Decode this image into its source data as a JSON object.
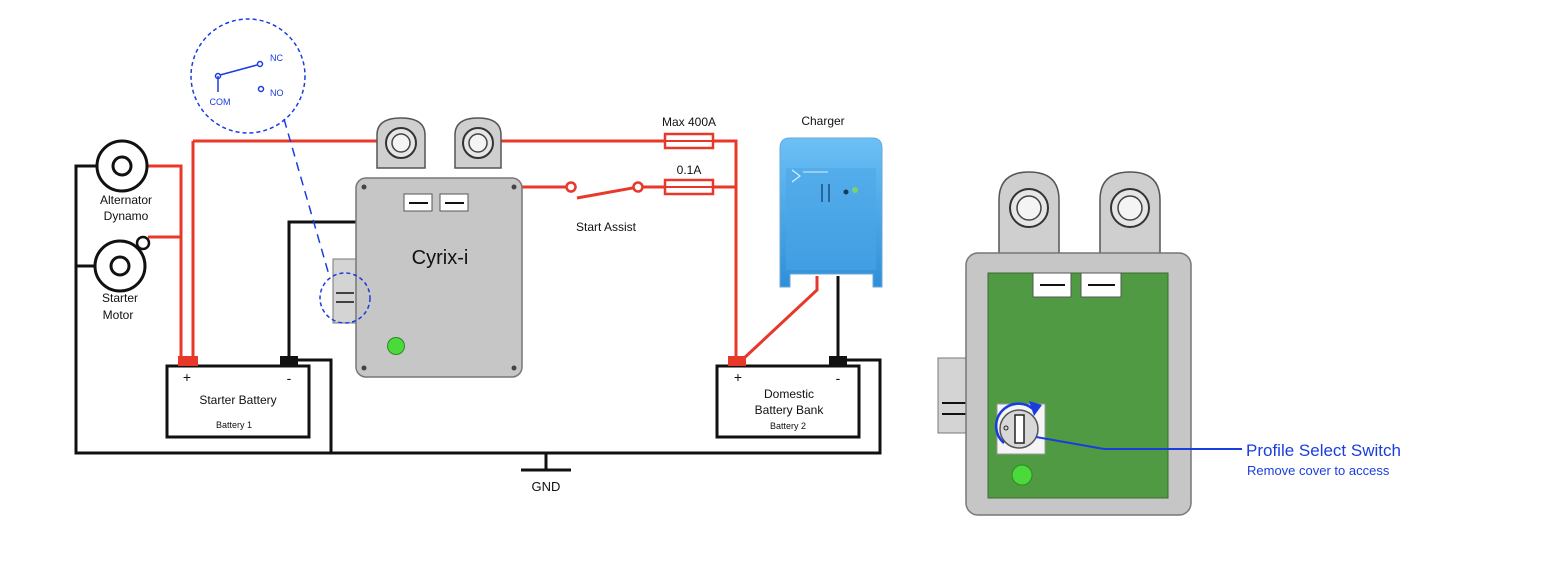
{
  "labels": {
    "alternator": [
      "Alternator",
      "Dynamo"
    ],
    "starter_motor": [
      "Starter",
      "Motor"
    ],
    "starter_battery": "Starter Battery",
    "battery1": "Battery 1",
    "domestic_battery": [
      "Domestic",
      "Battery Bank"
    ],
    "battery2": "Battery 2",
    "cyrix": "Cyrix-i",
    "start_assist": "Start Assist",
    "charger": "Charger",
    "fuse_main": "Max 400A",
    "fuse_small": "0.1A",
    "gnd": "GND",
    "relay_nc": "NC",
    "relay_no": "NO",
    "relay_com": "COM",
    "plus": "+",
    "minus": "-",
    "profile_switch": "Profile Select Switch",
    "profile_switch_sub": "Remove cover to access"
  },
  "colors": {
    "wire_positive": "#e8382a",
    "wire_negative": "#111111",
    "relay_highlight": "#1a3de0",
    "cyrix_body": "#c6c6c6",
    "cyrix_board": "#4f9a43",
    "charger_body": "#3a9be0",
    "led": "#4cd93c"
  }
}
